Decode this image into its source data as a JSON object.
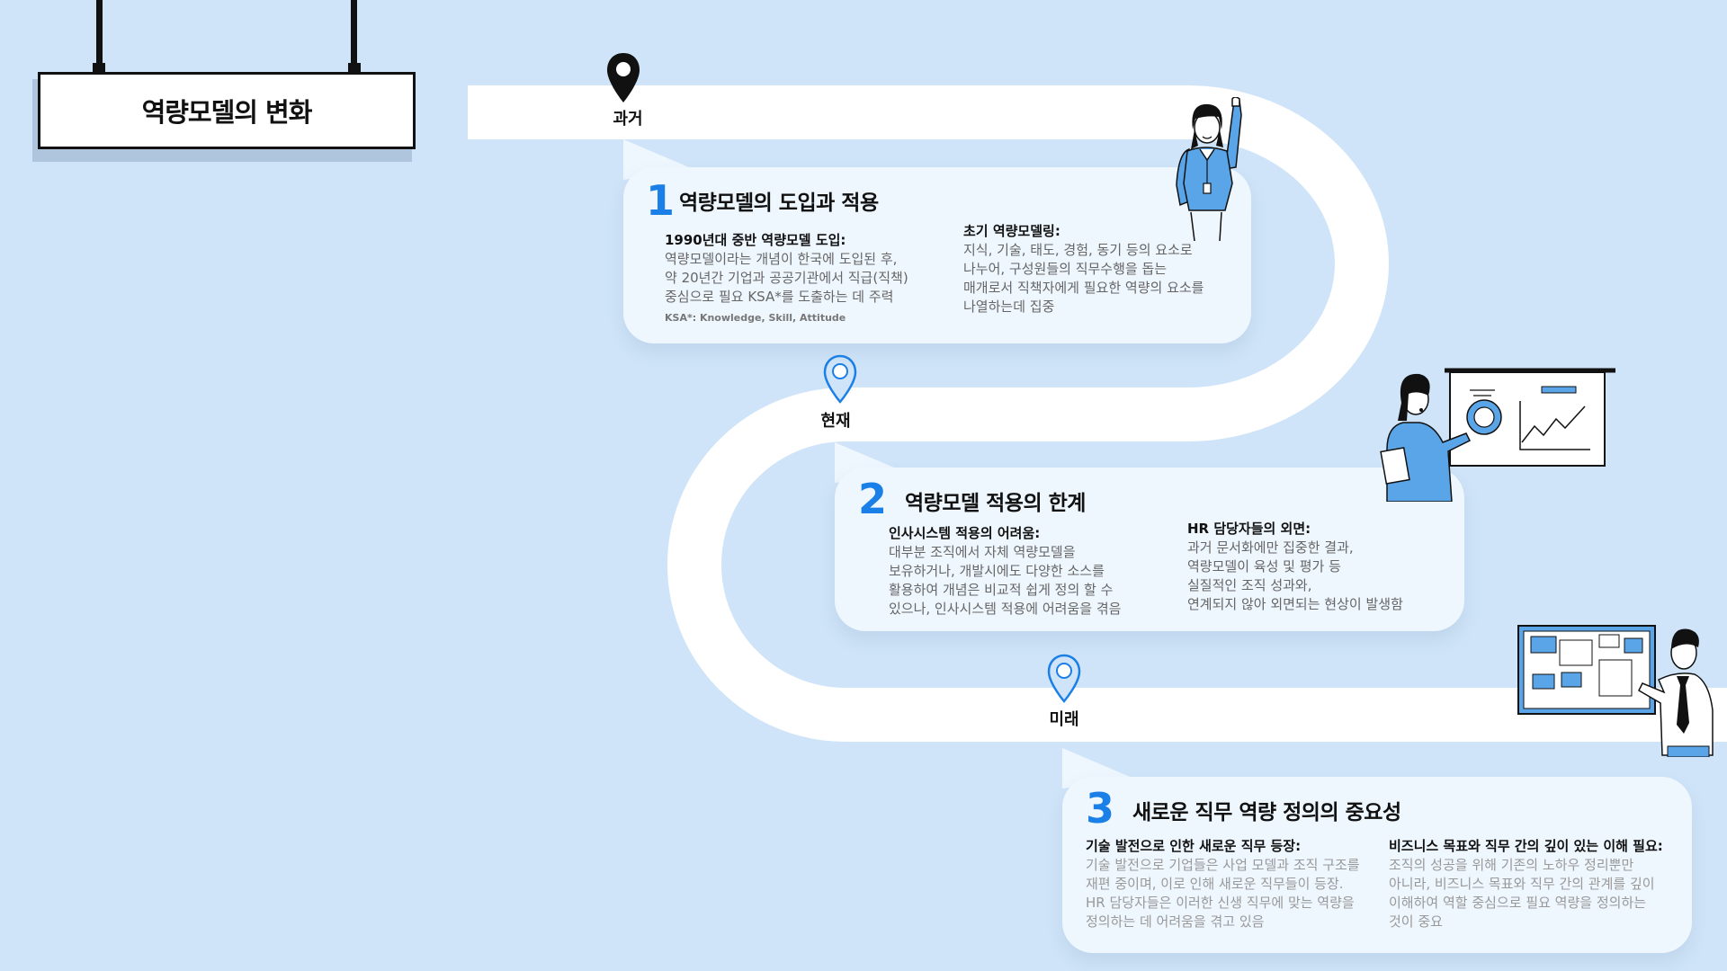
{
  "page": {
    "title": "역량모델의 변화",
    "colors": {
      "background": "#cfe4f8",
      "road": "#ffffff",
      "accent": "#1a7fe6",
      "card": "#eef6fe"
    }
  },
  "markers": [
    {
      "label": "과거",
      "icon": "location-pin-black-icon"
    },
    {
      "label": "현재",
      "icon": "location-pin-blue-icon"
    },
    {
      "label": "미래",
      "icon": "location-pin-blue-icon"
    }
  ],
  "sections": [
    {
      "number": "1",
      "title": "역량모델의 도입과 적용",
      "left": {
        "heading": "1990년대 중반 역량모델 도입:",
        "body": "역량모델이라는 개념이 한국에 도입된 후,\n약 20년간 기업과 공공기관에서 직급(직책)\n중심으로 필요 KSA*를 도출하는 데 주력",
        "note": "KSA*: Knowledge, Skill, Attitude"
      },
      "right": {
        "heading": "초기 역량모델링:",
        "body": "지식, 기술, 태도, 경험, 동기 등의 요소로\n나누어, 구성원들의 직무수행을 돕는\n매개로서 직책자에게 필요한 역량의 요소를\n나열하는데 집중"
      }
    },
    {
      "number": "2",
      "title": "역량모델 적용의 한계",
      "left": {
        "heading": "인사시스템 적용의 어려움:",
        "body": "대부분 조직에서 자체 역량모델을\n보유하거나, 개발시에도 다양한 소스를\n활용하여 개념은 비교적 쉽게 정의 할 수\n있으나, 인사시스템 적용에 어려움을 겪음"
      },
      "right": {
        "heading": "HR 담당자들의 외면:",
        "body": "과거 문서화에만 집중한 결과,\n역량모델이 육성 및 평가 등\n실질적인 조직 성과와,\n 연계되지 않아 외면되는 현상이 발생함"
      }
    },
    {
      "number": "3",
      "title": "새로운 직무 역량 정의의 중요성",
      "left": {
        "heading": "기술 발전으로 인한 새로운 직무 등장:",
        "body": "기술 발전으로 기업들은 사업 모델과 조직 구조를\n재편 중이며, 이로 인해 새로운 직무들이 등장.\nHR 담당자들은 이러한 신생 직무에 맞는 역량을\n정의하는 데 어려움을 겪고 있음"
      },
      "right": {
        "heading": "비즈니스 목표와 직무 간의 깊이 있는 이해 필요:",
        "body": "조직의 성공을 위해 기존의 노하우 정리뿐만\n아니라, 비즈니스 목표와 직무 간의 관계를 깊이\n이해하여 역할 중심으로 필요 역량을 정의하는\n것이 중요"
      }
    }
  ],
  "illustrations": [
    "woman-raising-hand-illustration",
    "woman-presenting-chart-illustration",
    "man-pointing-at-board-illustration"
  ]
}
